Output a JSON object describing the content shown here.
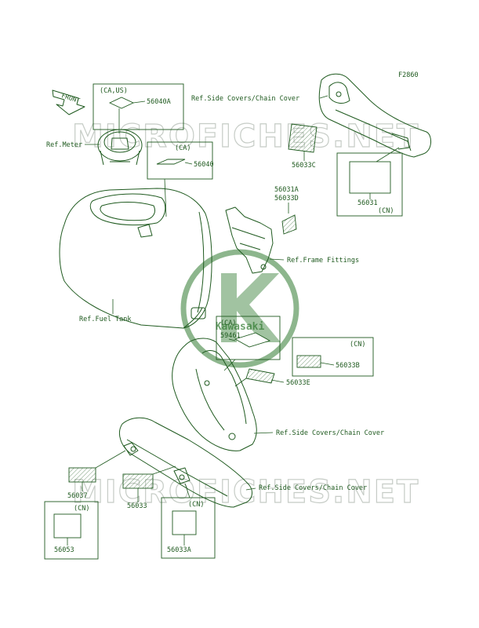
{
  "figure_code": "F2860",
  "front_label": "FRONT",
  "watermark": "MICROFICHES.NET",
  "logo_text": "Kawasaki",
  "refs": {
    "meter": "Ref.Meter",
    "fuel_tank": "Ref.Fuel Tank",
    "side_covers_top": "Ref.Side Covers/Chain Cover",
    "frame_fittings": "Ref.Frame Fittings",
    "side_covers_mid": "Ref.Side Covers/Chain Cover",
    "side_covers_bottom": "Ref.Side Covers/Chain Cover"
  },
  "parts": {
    "p56040A": {
      "region": "(CA,US)",
      "code": "56040A"
    },
    "p56040": {
      "region": "(CA)",
      "code": "56040"
    },
    "p56033C": {
      "code": "56033C"
    },
    "p56031": {
      "code": "56031",
      "region": "(CN)"
    },
    "p56031A": {
      "code": "56031A",
      "code2": "56033D"
    },
    "p59461": {
      "region": "(CA)",
      "code": "59461"
    },
    "p56033B": {
      "region": "(CN)",
      "code": "56033B"
    },
    "p56033E": {
      "code": "56033E"
    },
    "p56037": {
      "code": "56037"
    },
    "p56033": {
      "code": "56033"
    },
    "p56053": {
      "region": "(CN)",
      "code": "56053"
    },
    "p56033A": {
      "region": "(CN)",
      "code": "56033A"
    }
  },
  "colors": {
    "line": "#1f5a1f",
    "logo": "#2f7a2f",
    "watermark": "#c6ccc6"
  }
}
